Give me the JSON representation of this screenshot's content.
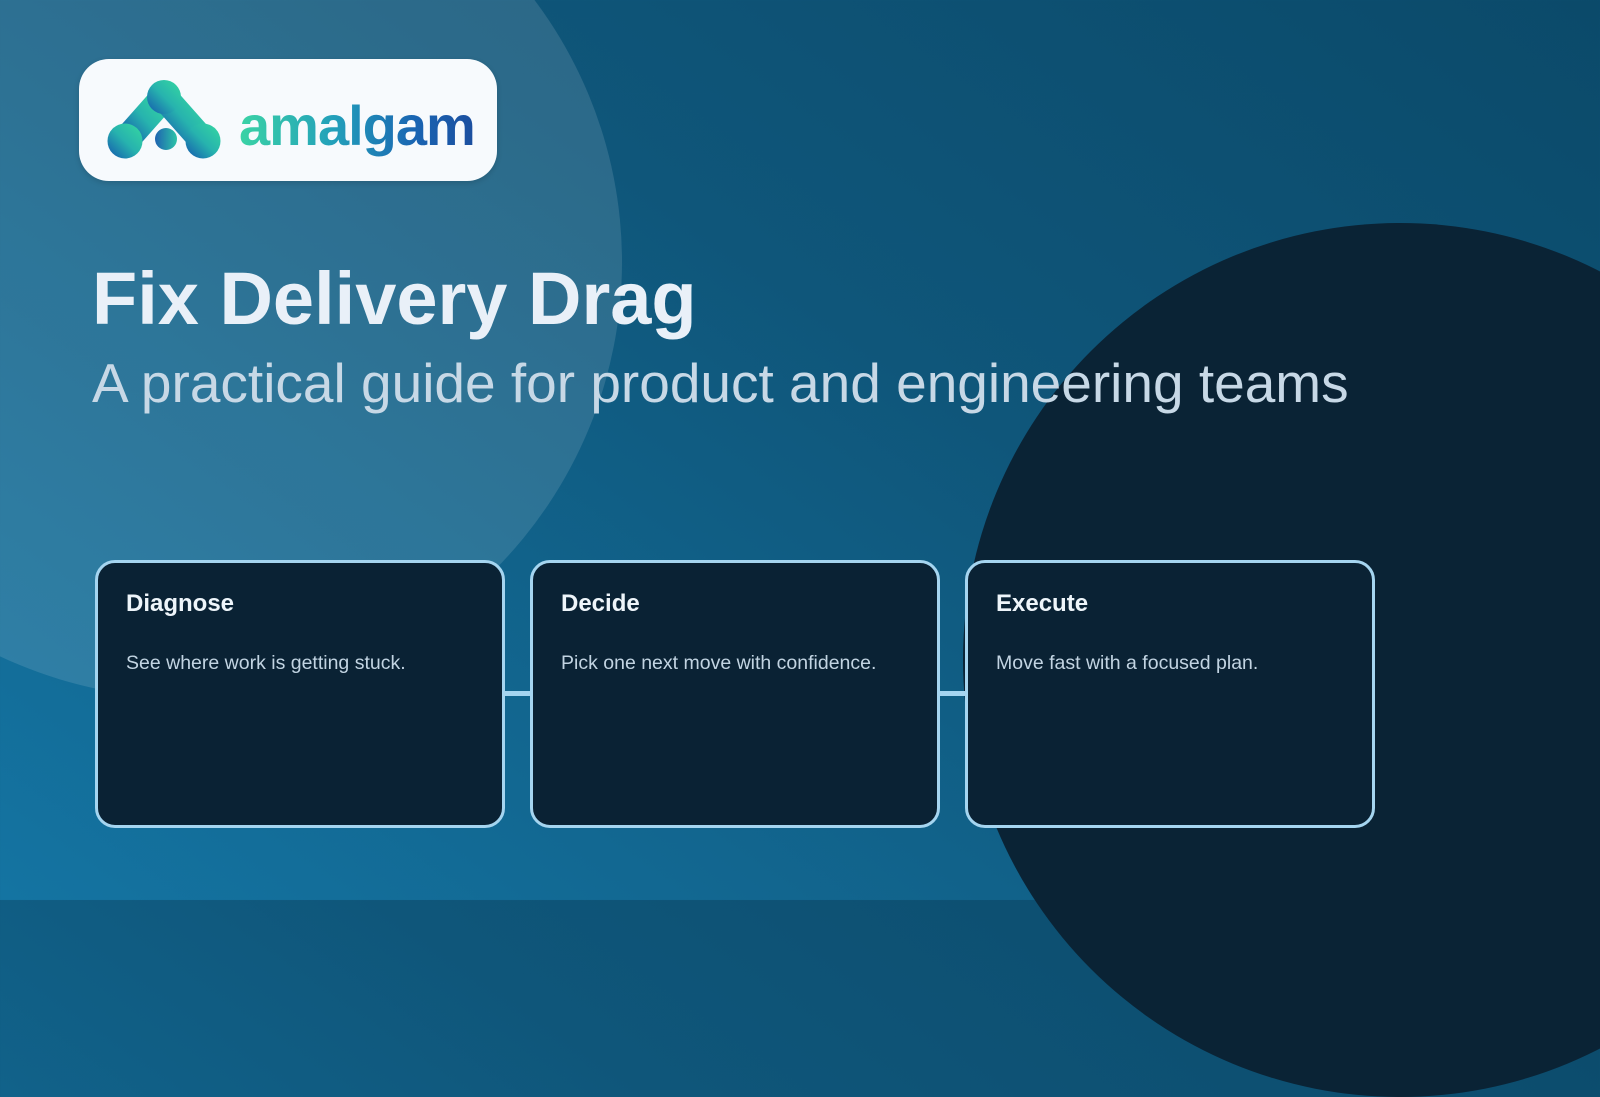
{
  "brand": {
    "wordmark": "amalgam",
    "logo_icon": "molecule-logo-icon",
    "logo_gradient_start": "#1456ae",
    "logo_gradient_end": "#36d9a0"
  },
  "hero": {
    "title": "Fix Delivery Drag",
    "subtitle": "A practical guide for product and engineering teams"
  },
  "steps": [
    {
      "title": "Diagnose",
      "description": "See where work is getting stuck."
    },
    {
      "title": "Decide",
      "description": "Pick one next move with confidence."
    },
    {
      "title": "Execute",
      "description": "Move fast with a focused plan."
    }
  ],
  "colors": {
    "background_top": "#0b4a6a",
    "background_bottom": "#1474a2",
    "light_circle": "rgba(255,255,255,0.12)",
    "dark_circle": "#0a2335",
    "card_background": "#0a2234",
    "card_border": "#a5d5f0",
    "title_text": "#e9f0f8",
    "subtitle_text": "#c7d8e6",
    "body_text": "#c2d4e2"
  }
}
